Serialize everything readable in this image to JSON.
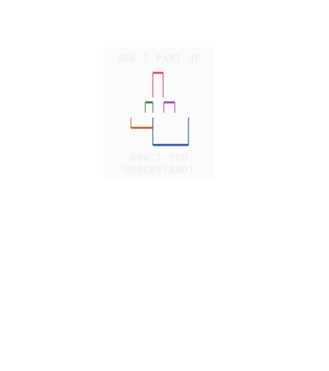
{
  "artwork": {
    "top_text": "DON'T PART OF",
    "bottom_line_1": "DON'T YOU",
    "bottom_line_2": "UNDERSTAND?"
  },
  "colors": {
    "red": "#d94a62",
    "green": "#3c7f3d",
    "purple": "#a545a7",
    "orange": "#d65d34",
    "blue": "#2e5b98",
    "caption": "#f0f0f0",
    "panel": "#fbfbfb",
    "background": "#ffffff"
  }
}
